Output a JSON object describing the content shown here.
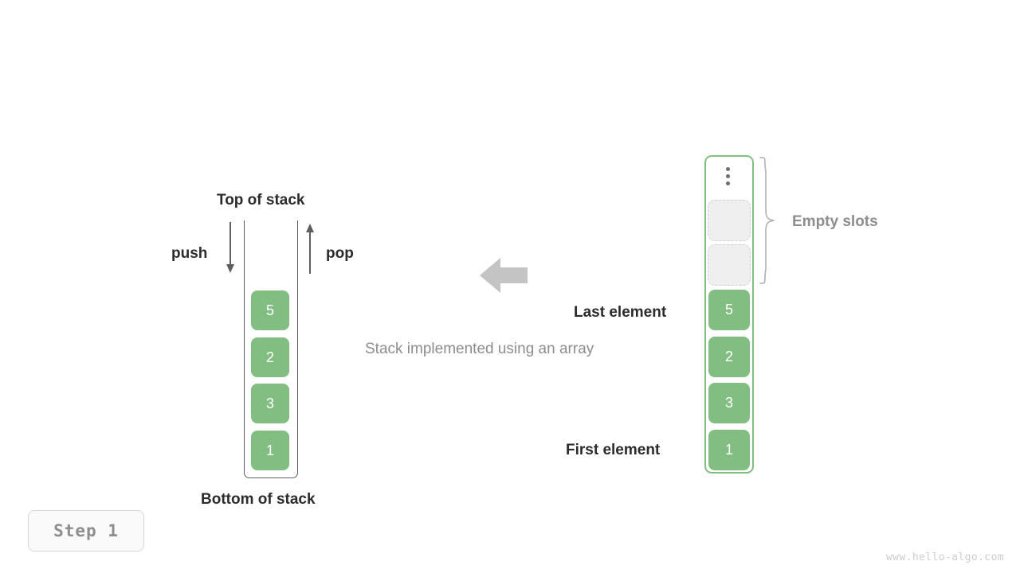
{
  "meta": {
    "step_label": "Step 1",
    "watermark": "www.hello-algo.com"
  },
  "colors": {
    "element_fill": "#82bd82",
    "element_text": "#ffffff",
    "array_border": "#82bd82",
    "empty_slot_fill": "#efefef",
    "empty_slot_border": "#cfcfcf",
    "stack_wall": "#5e5e5e",
    "label_dark": "#2b2b2b",
    "label_gray": "#8d8d8d",
    "big_arrow": "#c4c4c4"
  },
  "stack_view": {
    "top_label": "Top of stack",
    "bottom_label": "Bottom of stack",
    "push_label": "push",
    "pop_label": "pop",
    "elements": [
      {
        "value": "5"
      },
      {
        "value": "2"
      },
      {
        "value": "3"
      },
      {
        "value": "1"
      }
    ]
  },
  "center": {
    "caption": "Stack implemented using an array",
    "arrow_direction": "left"
  },
  "array_view": {
    "empty_slots_label": "Empty slots",
    "last_element_label": "Last element",
    "first_element_label": "First element",
    "continuation_marker": "vertical-ellipsis",
    "empty_slot_count": 2,
    "elements": [
      {
        "value": "5"
      },
      {
        "value": "2"
      },
      {
        "value": "3"
      },
      {
        "value": "1"
      }
    ]
  }
}
